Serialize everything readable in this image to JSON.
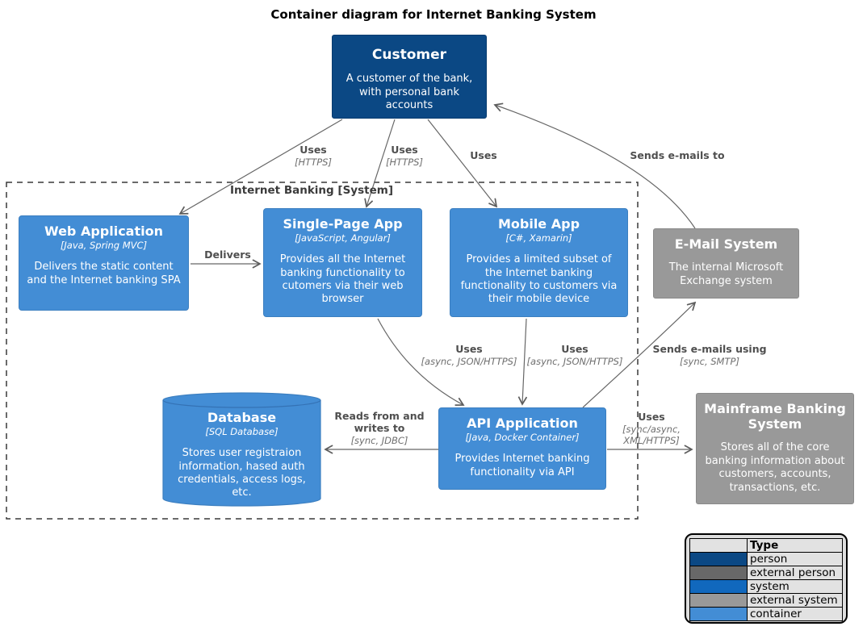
{
  "title": "Container diagram for Internet Banking System",
  "colors": {
    "person": "#0B4884",
    "external_person": "#686868",
    "system": "#1168BD",
    "external_system": "#999999",
    "container": "#438DD5",
    "edge": "#666666"
  },
  "boundary": {
    "label": "Internet Banking [System]"
  },
  "nodes": {
    "customer": {
      "title": "Customer",
      "desc": "A customer of the bank, with personal bank accounts"
    },
    "web_app": {
      "title": "Web Application",
      "tech": "[Java, Spring MVC]",
      "desc": "Delivers the static content and the Internet banking SPA"
    },
    "spa": {
      "title": "Single-Page App",
      "tech": "[JavaScript, Angular]",
      "desc": "Provides all the Internet banking functionality to cutomers via their web browser"
    },
    "mobile_app": {
      "title": "Mobile App",
      "tech": "[C#, Xamarin]",
      "desc": "Provides a limited subset of the Internet banking functionality to customers via their mobile device"
    },
    "email_system": {
      "title": "E-Mail System",
      "desc": "The internal Microsoft Exchange system"
    },
    "database": {
      "title": "Database",
      "tech": "[SQL Database]",
      "desc": "Stores user registraion information, hased auth credentials, access logs, etc."
    },
    "api_app": {
      "title": "API Application",
      "tech": "[Java, Docker Container]",
      "desc": "Provides Internet banking functionality via API"
    },
    "mainframe": {
      "title": "Mainframe Banking System",
      "desc": "Stores all of the core banking information about customers, accounts, transactions, etc."
    }
  },
  "edges": {
    "customer_web": {
      "label": "Uses",
      "tech": "[HTTPS]"
    },
    "customer_spa": {
      "label": "Uses",
      "tech": "[HTTPS]"
    },
    "customer_mobile": {
      "label": "Uses"
    },
    "email_customer": {
      "label": "Sends e-mails to"
    },
    "web_spa": {
      "label": "Delivers"
    },
    "spa_api": {
      "label": "Uses",
      "tech": "[async, JSON/HTTPS]"
    },
    "mobile_api": {
      "label": "Uses",
      "tech": "[async, JSON/HTTPS]"
    },
    "api_email": {
      "label": "Sends e-mails using",
      "tech": "[sync, SMTP]"
    },
    "api_db": {
      "label": "Reads from and writes to",
      "tech": "[sync, JDBC]"
    },
    "api_mainframe": {
      "label": "Uses",
      "tech": "[sync/async, XML/HTTPS]"
    }
  },
  "legend": {
    "header": "Type",
    "rows": [
      {
        "label": "person",
        "color": "#0B4884"
      },
      {
        "label": "external person",
        "color": "#686868"
      },
      {
        "label": "system",
        "color": "#1168BD"
      },
      {
        "label": "external system",
        "color": "#999999"
      },
      {
        "label": "container",
        "color": "#438DD5"
      }
    ]
  }
}
